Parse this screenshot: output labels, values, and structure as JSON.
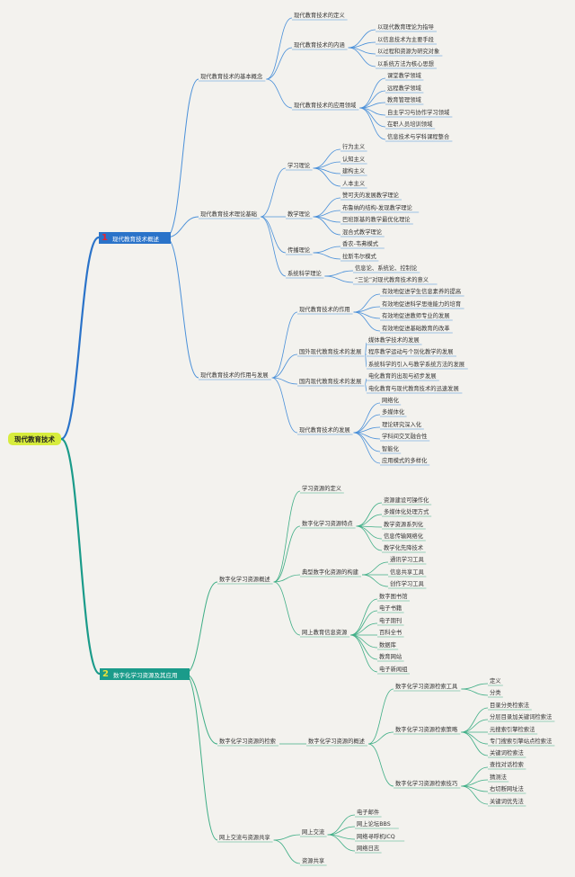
{
  "root": "现代教育技术",
  "branches": [
    {
      "num": "1",
      "label": "现代教育技术概述"
    },
    {
      "num": "2",
      "label": "数字化学习资源及其应用"
    }
  ],
  "colors": {
    "branch1": "#2a73c9",
    "branch2": "#1a9b8a",
    "root": "#d7ec3d",
    "line1": "#4a90d9",
    "line2": "#3fae86"
  },
  "nodes": [
    "现代教育技术的基本概念",
    "现代教育技术的定义",
    "现代教育技术的内涵",
    "以现代教育理论为指导",
    "以信息技术为主要手段",
    "以过程和资源为研究对象",
    "以系统方法为核心思想",
    "现代教育技术的应用领域",
    "课堂教学领域",
    "远程教学领域",
    "教育管理领域",
    "自主学习与协作学习领域",
    "在职人员培训领域",
    "信息技术与学科课程整合",
    "现代教育技术理论基础",
    "学习理论",
    "行为主义",
    "认知主义",
    "建构主义",
    "人本主义",
    "教学理论",
    "赞可夫的发展教学理论",
    "布鲁纳的结构-发现教学理论",
    "巴班斯基的教学最优化理论",
    "混合式教学理论",
    "传播理论",
    "香农-韦弗模式",
    "拉斯韦尔模式",
    "系统科学理论",
    "信息论、系统论、控制论",
    "“三论”对现代教育技术的意义",
    "现代教育技术的作用与发展",
    "现代教育技术的作用",
    "有效地促进学生信息素养的提高",
    "有效地促进科学思维能力的培育",
    "有效地促进教师专业的发展",
    "有效地促进基础教育的改革",
    "国外现代教育技术的发展",
    "媒体教学技术的发展",
    "程序教学运动与个别化教学的发展",
    "系统科学的引入与教学系统方法的发展",
    "国内现代教育技术的发展",
    "电化教育的出现与初步发展",
    "电化教育与现代教育技术的迅速发展",
    "现代教育技术的发展",
    "网络化",
    "多媒体化",
    "理论研究深入化",
    "学科间交叉融合性",
    "智能化",
    "应用模式的多样化",
    "数字化学习资源概述",
    "学习资源的定义",
    "数字化学习资源特点",
    "资源建设可操作化",
    "多媒体化处理方式",
    "教学资源系列化",
    "信息传输网络化",
    "教学化先降技术",
    "典型数字化资源的构建",
    "通讯学习工具",
    "信息共享工具",
    "创作学习工具",
    "网上教育信息资源",
    "数字图书馆",
    "电子书籍",
    "电子期刊",
    "百科全书",
    "数据库",
    "教育网站",
    "电子新闻组",
    "数字化学习资源的检索",
    "数字化学习资源的概述",
    "数字化学习资源检索工具",
    "定义",
    "分类",
    "数字化学习资源检索策略",
    "目录分类检索法",
    "分层目录加关键词检索法",
    "元搜索引擎检索法",
    "专门搜索引擎站点检索法",
    "关键词检索法",
    "数字化学习资源检索技巧",
    "查找对话检索",
    "猜测法",
    "右切断网址法",
    "关键词优先法",
    "网上交流与资源共享",
    "网上交流",
    "电子邮件",
    "网上论坛BBS",
    "网络寻呼机ICQ",
    "网络日志",
    "资源共享"
  ]
}
